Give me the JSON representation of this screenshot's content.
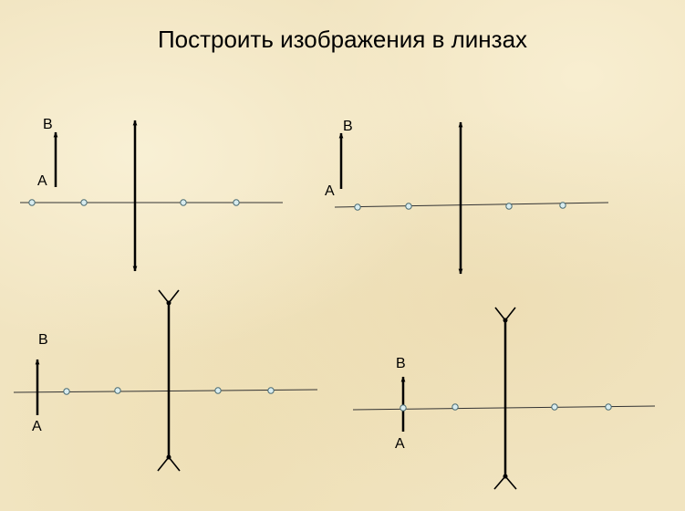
{
  "title": "Построить изображения в линзах",
  "colors": {
    "background": "#f1e4c0",
    "stroke": "#000000",
    "axis": "#333333",
    "focus_fill": "#d8ecef",
    "focus_stroke": "#4a6b73"
  },
  "lens_types": [
    "converging",
    "converging",
    "diverging",
    "diverging"
  ],
  "labels": {
    "p1_B": "B",
    "p1_A": "A",
    "p2_B": "B",
    "p2_A": "A",
    "p3_B": "B",
    "p3_A": "A",
    "p4_B": "B",
    "p4_A": "A"
  }
}
